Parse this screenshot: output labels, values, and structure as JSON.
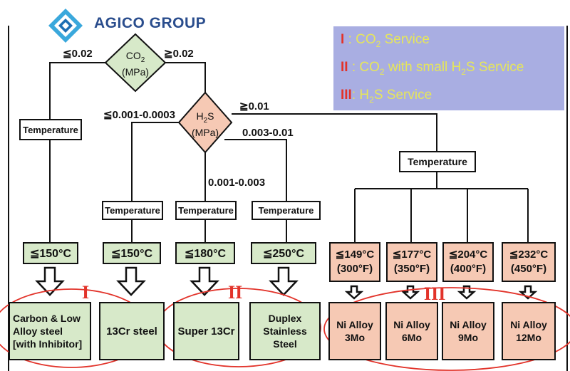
{
  "brand": {
    "name": "AGICO GROUP",
    "logo_icon": "diamond-logo-icon"
  },
  "legend": {
    "items": [
      {
        "roman": "I",
        "sep": " : ",
        "main": "CO",
        "sub": "2",
        "after": " Service"
      },
      {
        "roman": "II",
        "sep": " : ",
        "main": "CO",
        "sub": "2",
        "after": " with small H",
        "sub2": "2",
        "after2": "S Service"
      },
      {
        "roman": "III",
        "sep": ": ",
        "main": "H",
        "sub": "2",
        "after": "S Service"
      }
    ]
  },
  "decisions": {
    "co2": {
      "line1": "CO",
      "sub": "2",
      "line2": "(MPa)"
    },
    "h2s": {
      "line1": "H",
      "sub": "2",
      "after": "S",
      "line2": "(MPa)"
    }
  },
  "branch_labels": {
    "co2_low": "≦0.02",
    "co2_high": "≧0.02",
    "h2s_low": "≦0.001-0.0003",
    "h2s_high": "≧0.01",
    "h2s_mid1": "0.003-0.01",
    "h2s_mid2": "0.001-0.003"
  },
  "temperature_label": "Temperature",
  "limits": {
    "c1": "≦150°C",
    "c2": "≦150°C",
    "c3": "≦180°C",
    "c4": "≦250°C",
    "n1": {
      "c": "≦149°C",
      "f": "(300°F)"
    },
    "n2": {
      "c": "≦177°C",
      "f": "(350°F)"
    },
    "n3": {
      "c": "≦204°C",
      "f": "(400°F)"
    },
    "n4": {
      "c": "≦232°C",
      "f": "(450°F)"
    }
  },
  "materials": {
    "m1": {
      "l1": "Carbon & Low",
      "l2": "Alloy steel",
      "l3": "[with Inhibitor]"
    },
    "m2": "13Cr steel",
    "m3": "Super 13Cr",
    "m4": {
      "l1": "Duplex",
      "l2": "Stainless Steel"
    },
    "m5": {
      "l1": "Ni Alloy",
      "l2": "3Mo"
    },
    "m6": {
      "l1": "Ni Alloy",
      "l2": "6Mo"
    },
    "m7": {
      "l1": "Ni Alloy",
      "l2": "9Mo"
    },
    "m8": {
      "l1": "Ni Alloy",
      "l2": "12Mo"
    }
  },
  "group_labels": {
    "g1": "I",
    "g2": "II",
    "g3": "III"
  },
  "colors": {
    "green_fill": "#d7e9c9",
    "pink_fill": "#f6c9b4",
    "legend_bg": "#a9aee2",
    "legend_text": "#e6e65a",
    "roman_red": "#e2332a",
    "brand_blue": "#2a4d8d"
  }
}
